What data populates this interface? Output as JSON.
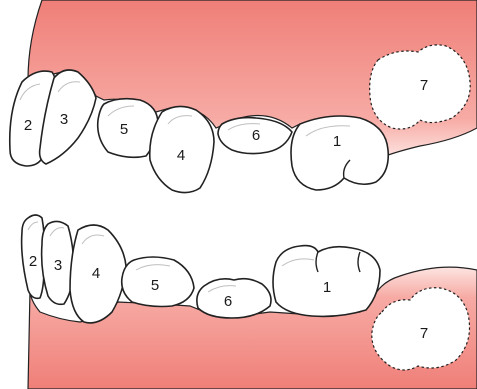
{
  "diagram": {
    "gum_color": "#f08a82",
    "gum_light": "#fbd3cf",
    "upper_arch": {
      "teeth": [
        {
          "id": "u2",
          "label": "2"
        },
        {
          "id": "u3",
          "label": "3"
        },
        {
          "id": "u5",
          "label": "5"
        },
        {
          "id": "u4",
          "label": "4"
        },
        {
          "id": "u6",
          "label": "6"
        },
        {
          "id": "u1",
          "label": "1"
        },
        {
          "id": "u7",
          "label": "7",
          "impacted": true
        }
      ]
    },
    "lower_arch": {
      "teeth": [
        {
          "id": "l2",
          "label": "2"
        },
        {
          "id": "l3",
          "label": "3"
        },
        {
          "id": "l4",
          "label": "4"
        },
        {
          "id": "l5",
          "label": "5"
        },
        {
          "id": "l6",
          "label": "6"
        },
        {
          "id": "l1",
          "label": "1"
        },
        {
          "id": "l7",
          "label": "7",
          "impacted": true
        }
      ]
    }
  }
}
